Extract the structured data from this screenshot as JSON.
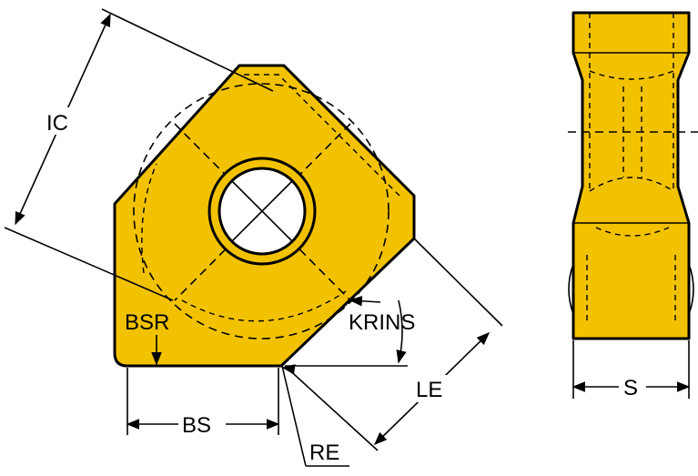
{
  "labels": {
    "ic": "IC",
    "bsr": "BSR",
    "krins": "KRINS",
    "bs": "BS",
    "le": "LE",
    "re": "RE",
    "s": "S"
  },
  "colors": {
    "insert_fill": "#F2C200",
    "outline": "#000000",
    "hole_fill": "#ffffff"
  }
}
